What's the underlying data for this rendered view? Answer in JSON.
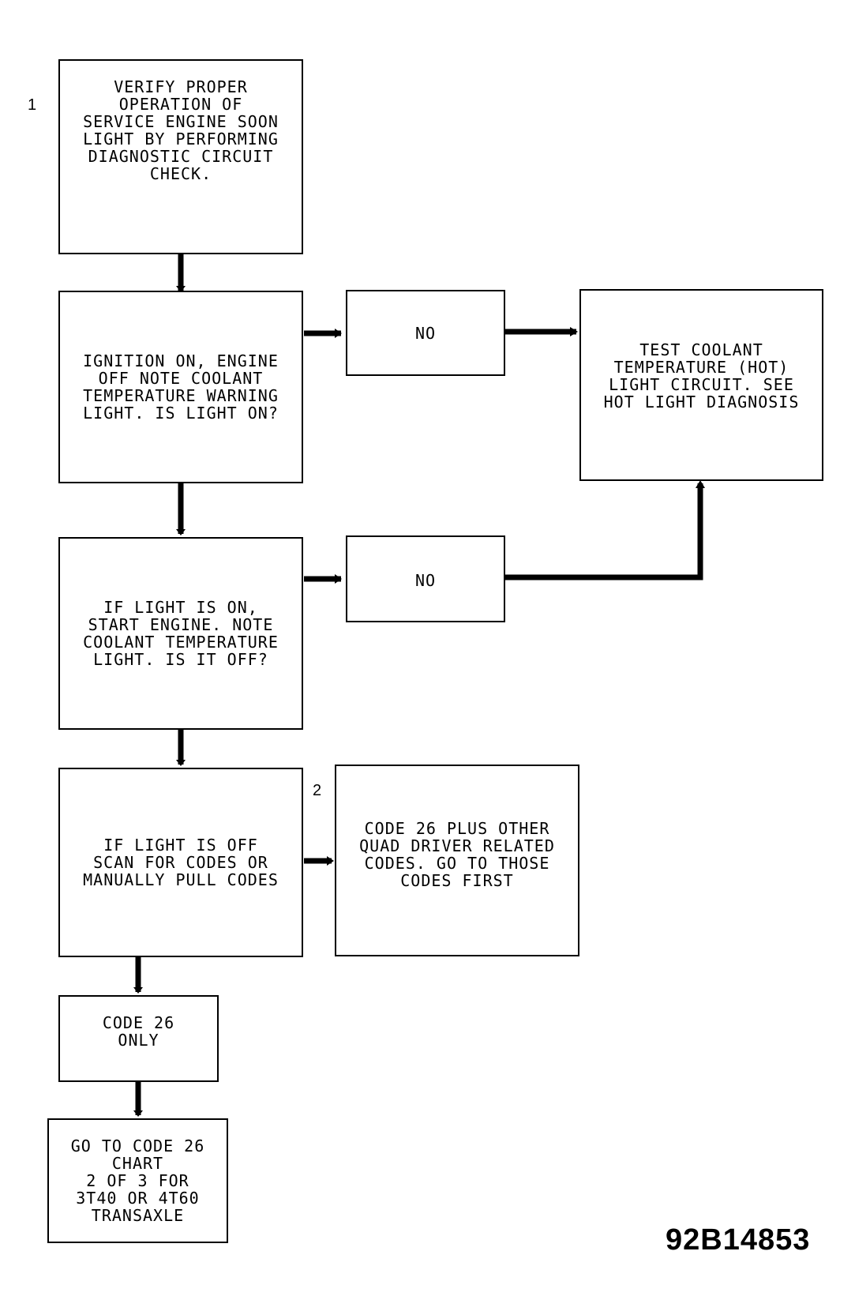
{
  "figure_id": "92B14853",
  "step_numbers": {
    "step1": "1",
    "step2": "2"
  },
  "boxes": {
    "verify": "VERIFY PROPER\nOPERATION OF\nSERVICE ENGINE SOON\nLIGHT BY PERFORMING\nDIAGNOSTIC CIRCUIT\nCHECK.",
    "ignition": "IGNITION ON, ENGINE\nOFF NOTE COOLANT\nTEMPERATURE WARNING\nLIGHT. IS LIGHT ON?",
    "no1": "NO",
    "test_coolant": "TEST COOLANT\nTEMPERATURE (HOT)\nLIGHT CIRCUIT. SEE\nHOT LIGHT DIAGNOSIS",
    "start_engine": "IF LIGHT IS ON,\nSTART ENGINE. NOTE\nCOOLANT TEMPERATURE\nLIGHT. IS IT OFF?",
    "no2": "NO",
    "scan": "IF LIGHT IS OFF\nSCAN FOR CODES OR\nMANUALLY PULL CODES",
    "code26_plus": "CODE 26 PLUS OTHER\nQUAD DRIVER RELATED\nCODES. GO TO THOSE\nCODES FIRST",
    "code26_only": "CODE 26\nONLY",
    "goto_chart": "GO TO CODE 26\nCHART\n2 OF 3 FOR\n3T40 OR 4T60\nTRANSAXLE"
  }
}
